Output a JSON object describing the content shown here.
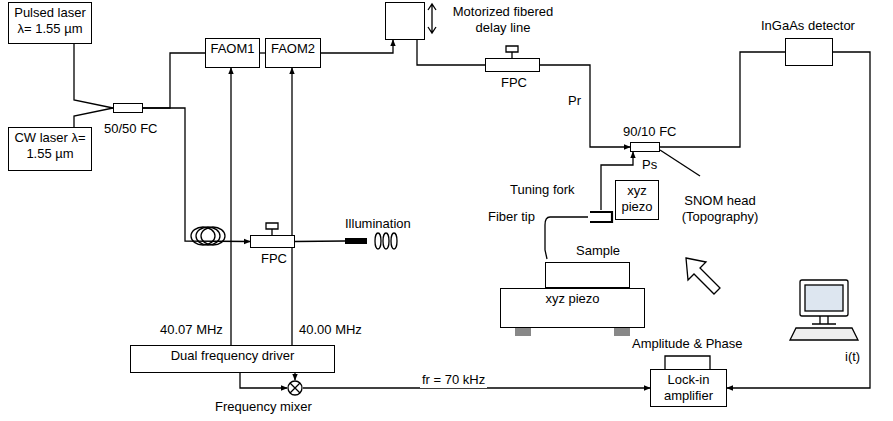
{
  "diagram": {
    "nodes": [
      {
        "text": [
          "Pulsed laser λ= 1.55 µm"
        ]
      },
      {
        "text": [
          "CW laser λ= 1.55 µm"
        ]
      },
      {
        "text": [
          "50/50 FC"
        ]
      },
      {
        "text": [
          "FAOM1"
        ]
      },
      {
        "text": [
          "FAOM2"
        ]
      },
      {
        "text": [
          "Motorized fibered delay line"
        ]
      },
      {
        "text": [
          "FPC"
        ]
      },
      {
        "text": [
          "90/10 FC"
        ]
      },
      {
        "text": [
          "InGaAs detector"
        ]
      },
      {
        "text": [
          "FPC"
        ]
      },
      {
        "text": [
          "Illumination"
        ]
      },
      {
        "text": [
          "Tuning fork"
        ]
      },
      {
        "text": [
          "xyz piezo"
        ]
      },
      {
        "text": [
          "Sample"
        ]
      },
      {
        "text": [
          "xyz piezo"
        ]
      },
      {
        "text": [
          "Dual frequency driver"
        ]
      },
      {
        "text": [
          "Frequency mixer"
        ]
      },
      {
        "text": [
          "Lock-in amplifier"
        ]
      }
    ],
    "edges": [
      {
        "from": 0,
        "to": 2,
        "arrow": "none"
      },
      {
        "from": 1,
        "to": 2,
        "arrow": "none"
      },
      {
        "from": 2,
        "to": 3,
        "arrow": "none"
      },
      {
        "from": 3,
        "to": 4,
        "arrow": "none"
      },
      {
        "from": 4,
        "to": 5,
        "arrow": "to"
      },
      {
        "from": 5,
        "to": 6,
        "arrow": "none"
      },
      {
        "from": 6,
        "to": 7,
        "label": "Pr",
        "arrow": "to"
      },
      {
        "from": 7,
        "to": 8,
        "arrow": "none"
      },
      {
        "from": 2,
        "to": 9,
        "arrow": "to"
      },
      {
        "from": 9,
        "to": 10,
        "arrow": "none"
      },
      {
        "from": 11,
        "to": 7,
        "label": "Ps",
        "arrow": "to"
      },
      {
        "from": 8,
        "to": 17,
        "label": "i(t)",
        "arrow": "to"
      },
      {
        "from": 15,
        "to": 3,
        "label": "40.07 MHz",
        "arrow": "to"
      },
      {
        "from": 15,
        "to": 4,
        "label": "40.00 MHz",
        "arrow": "to"
      },
      {
        "from": 15,
        "to": 16,
        "arrow": "to"
      },
      {
        "from": 15,
        "to": 16,
        "arrow": "to"
      },
      {
        "from": 16,
        "to": 17,
        "label": "fr = 70 kHz",
        "arrow": "to"
      }
    ],
    "labels": [
      "Fiber tip",
      "SNOM head (Topography)",
      "Amplitude & Phase"
    ]
  }
}
